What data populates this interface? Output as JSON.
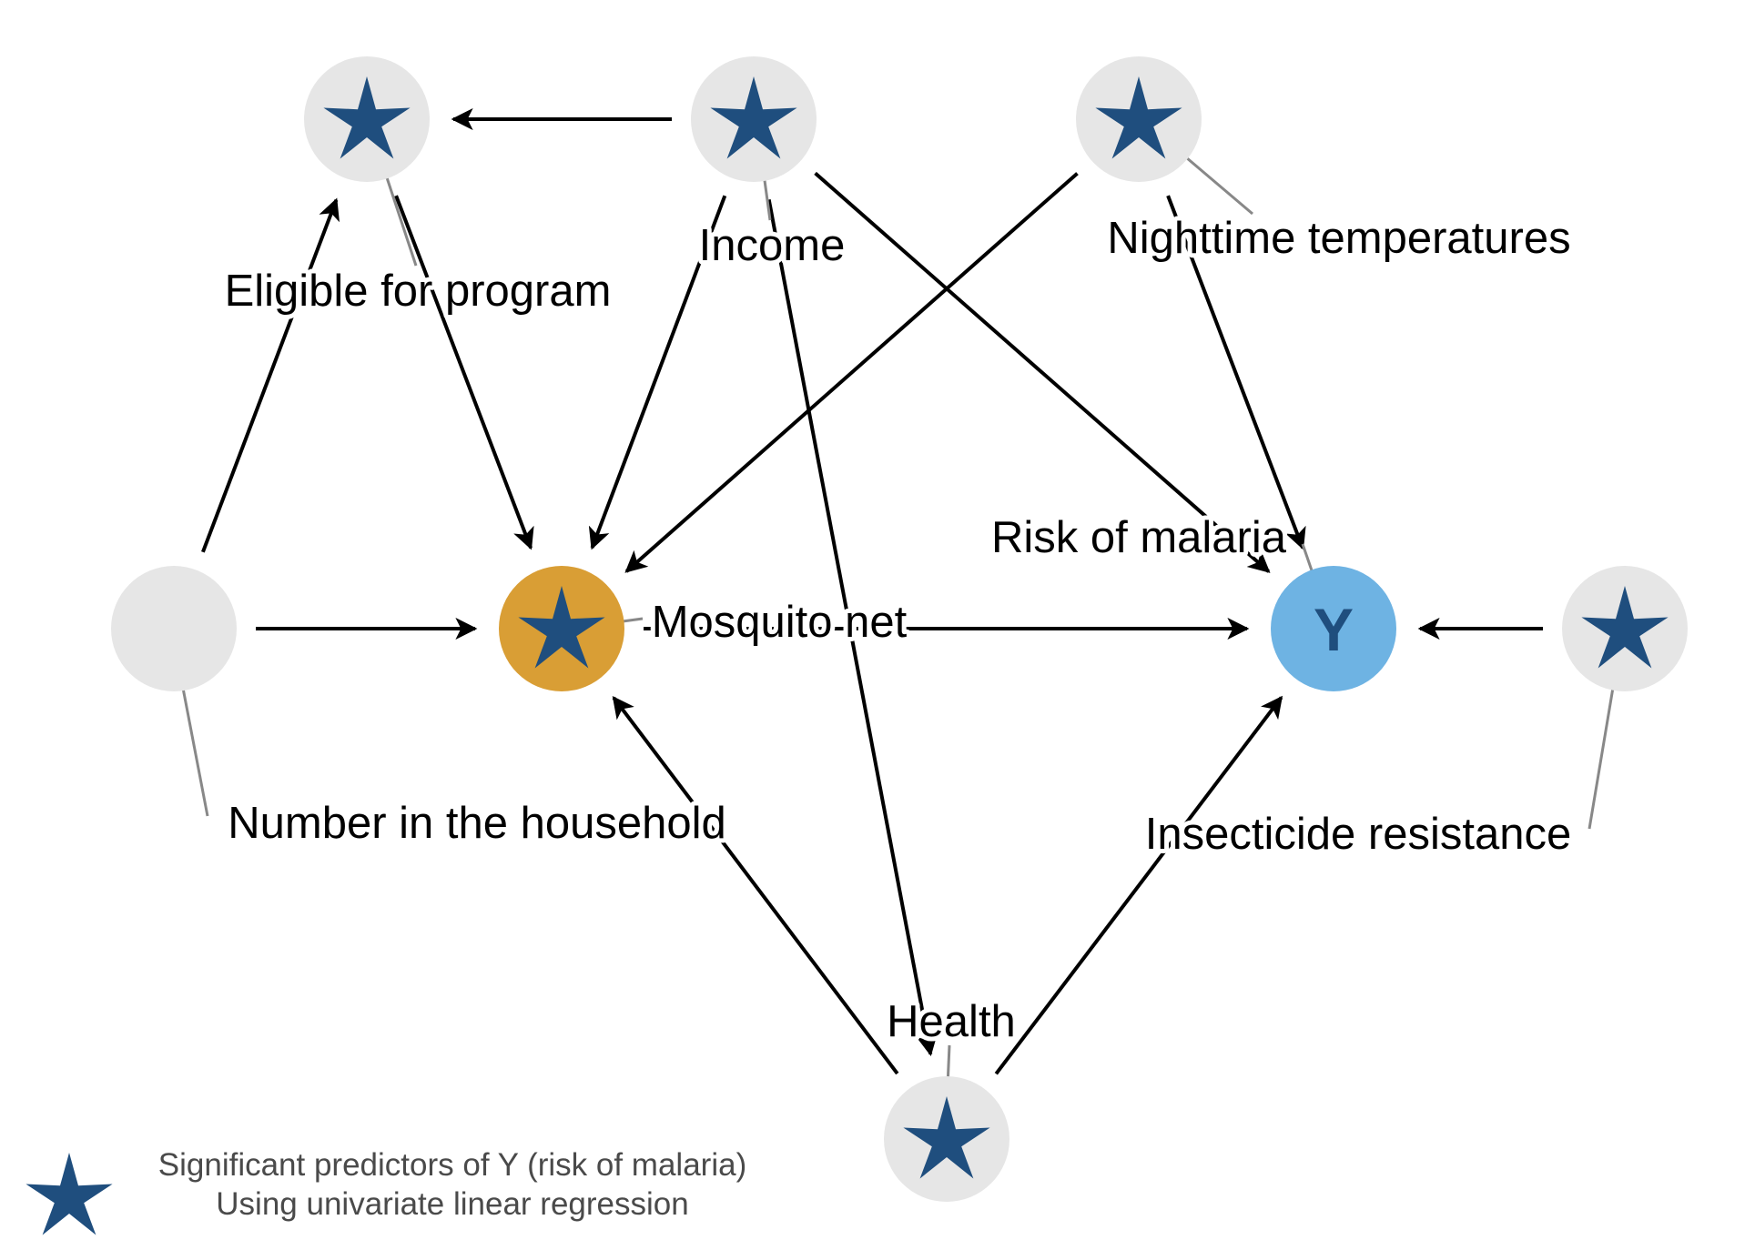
{
  "colors": {
    "node_default": "#e6e6e6",
    "node_treatment": "#d99e35",
    "node_outcome": "#6eb3e3",
    "star": "#1f4e7e",
    "edge": "#000000",
    "leader": "#888888"
  },
  "nodes": {
    "eligible": {
      "label": "Eligible for program",
      "significant": true
    },
    "income": {
      "label": "Income",
      "significant": true
    },
    "nighttime": {
      "label": "Nighttime temperatures",
      "significant": true
    },
    "household": {
      "label": "Number in the household",
      "significant": false
    },
    "mosquito": {
      "label": "Mosquito net",
      "significant": true,
      "role": "treatment"
    },
    "outcome": {
      "label": "Risk of malaria",
      "symbol": "Y",
      "role": "outcome"
    },
    "insecticide": {
      "label": "Insecticide resistance",
      "significant": true
    },
    "health": {
      "label": "Health",
      "significant": true
    }
  },
  "edges": [
    {
      "from": "income",
      "to": "eligible"
    },
    {
      "from": "household",
      "to": "eligible"
    },
    {
      "from": "household",
      "to": "mosquito"
    },
    {
      "from": "eligible",
      "to": "mosquito"
    },
    {
      "from": "income",
      "to": "mosquito"
    },
    {
      "from": "income",
      "to": "outcome"
    },
    {
      "from": "income",
      "to": "health"
    },
    {
      "from": "nighttime",
      "to": "mosquito"
    },
    {
      "from": "nighttime",
      "to": "outcome"
    },
    {
      "from": "mosquito",
      "to": "outcome"
    },
    {
      "from": "insecticide",
      "to": "outcome"
    },
    {
      "from": "health",
      "to": "mosquito"
    },
    {
      "from": "health",
      "to": "outcome"
    }
  ],
  "legend": {
    "icon": "star-icon",
    "line1": "Significant predictors of Y (risk of malaria)",
    "line2": "Using univariate linear regression"
  }
}
